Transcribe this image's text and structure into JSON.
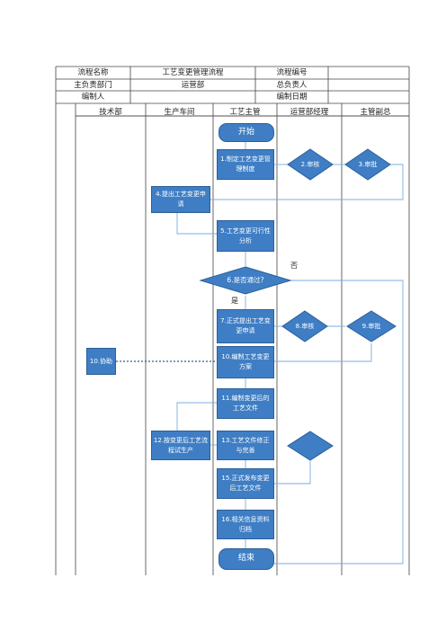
{
  "header": {
    "r1": [
      "流程名称",
      "工艺变更管理流程",
      "流程编号",
      ""
    ],
    "r2": [
      "主负责部门",
      "运营部",
      "总负责人",
      ""
    ],
    "r3": [
      "编制人",
      "",
      "编制日期",
      ""
    ]
  },
  "lanes": [
    "技术部",
    "生产车间",
    "工艺主管",
    "运营部经理",
    "主管副总"
  ],
  "nodes": {
    "start": "开始",
    "n1": "1.制定工艺变更管理制度",
    "n2": "2.审核",
    "n3": "3.审批",
    "n4": "4.提出工艺变更申请",
    "n5": "5.工艺变更可行性分析",
    "n6": "6.是否通过?",
    "n7": "7.正式提出工艺变更申请",
    "n8": "8.审核",
    "n9": "9.审批",
    "n10a": "10.协助",
    "n10b": "10.编制工艺变更方案",
    "n11": "11.编制变更后的工艺文件",
    "n12": "12.按变更后工艺流程试生产",
    "n13": "13.工艺文件修正与完善",
    "n13b": "",
    "n15": "15.正式发布变更后工艺文件",
    "n16": "16.相关信息资料归档",
    "end": "结束"
  },
  "labels": {
    "no": "否",
    "yes": "是"
  },
  "colors": {
    "node_fill": "#3f7ec4",
    "node_border": "#2b5f99",
    "connector": "#7aaee0",
    "line": "#333333"
  }
}
